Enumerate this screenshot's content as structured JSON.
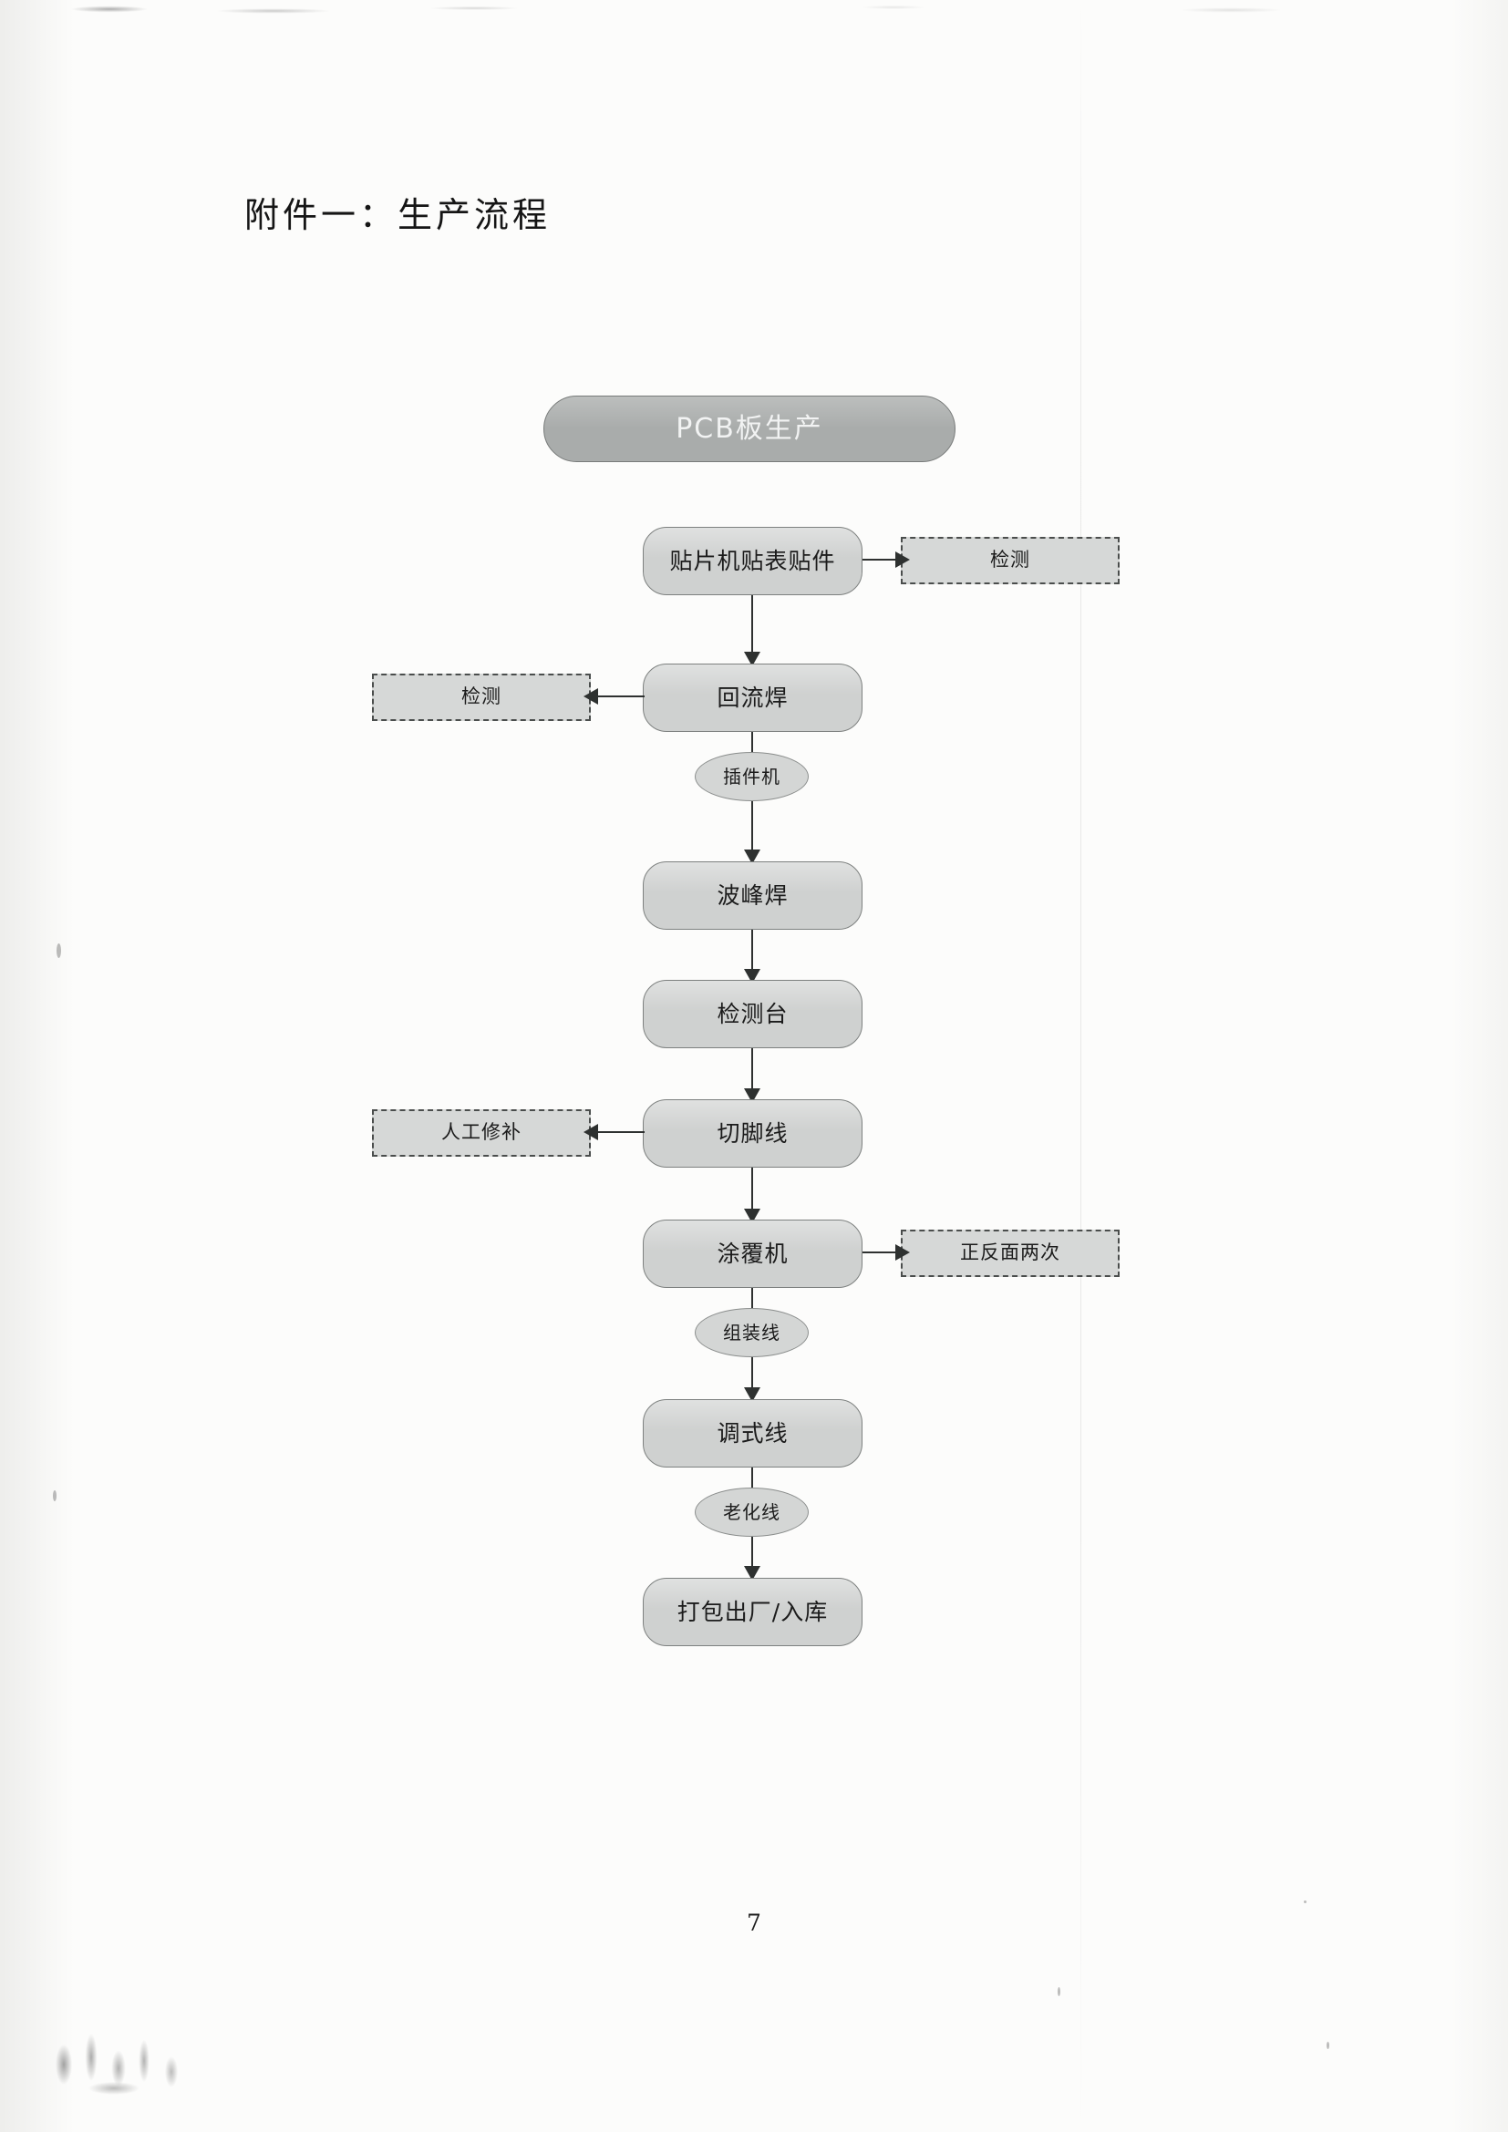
{
  "document": {
    "title": "附件一：生产流程",
    "page_number": "7"
  },
  "chart_data": {
    "type": "diagram",
    "diagram_kind": "flowchart",
    "title": "附件一：生产流程",
    "orientation": "top-to-bottom",
    "nodes": [
      {
        "id": "start",
        "label": "PCB板生产",
        "shape": "stadium",
        "fill": "#a9acab",
        "text_color": "#f2f3f3"
      },
      {
        "id": "smt",
        "label": "贴片机贴表贴件",
        "shape": "rounded-rect",
        "fill": "#cfd1d0"
      },
      {
        "id": "insp1",
        "label": "检测",
        "shape": "dashed-rect",
        "fill": "#d6d8d7"
      },
      {
        "id": "reflow",
        "label": "回流焊",
        "shape": "rounded-rect",
        "fill": "#cfd1d0"
      },
      {
        "id": "insp2",
        "label": "检测",
        "shape": "dashed-rect",
        "fill": "#d6d8d7"
      },
      {
        "id": "inserter",
        "label": "插件机",
        "shape": "ellipse",
        "fill": "#d4d6d5"
      },
      {
        "id": "wave",
        "label": "波峰焊",
        "shape": "rounded-rect",
        "fill": "#cfd1d0"
      },
      {
        "id": "insp_table",
        "label": "检测台",
        "shape": "rounded-rect",
        "fill": "#cfd1d0"
      },
      {
        "id": "cutline",
        "label": "切脚线",
        "shape": "rounded-rect",
        "fill": "#cfd1d0"
      },
      {
        "id": "manual",
        "label": "人工修补",
        "shape": "dashed-rect",
        "fill": "#d6d8d7"
      },
      {
        "id": "coater",
        "label": "涂覆机",
        "shape": "rounded-rect",
        "fill": "#cfd1d0"
      },
      {
        "id": "bothsides",
        "label": "正反面两次",
        "shape": "dashed-rect",
        "fill": "#d6d8d7"
      },
      {
        "id": "assembly",
        "label": "组装线",
        "shape": "ellipse",
        "fill": "#d4d6d5"
      },
      {
        "id": "tuning",
        "label": "调式线",
        "shape": "rounded-rect",
        "fill": "#cfd1d0"
      },
      {
        "id": "aging",
        "label": "老化线",
        "shape": "ellipse",
        "fill": "#d4d6d5"
      },
      {
        "id": "pack",
        "label": "打包出厂/入库",
        "shape": "rounded-rect",
        "fill": "#cfd1d0"
      }
    ],
    "edges": [
      {
        "from": "smt",
        "to": "insp1",
        "direction": "right"
      },
      {
        "from": "smt",
        "to": "reflow",
        "direction": "down"
      },
      {
        "from": "reflow",
        "to": "insp2",
        "direction": "left"
      },
      {
        "from": "reflow",
        "to": "inserter",
        "direction": "down"
      },
      {
        "from": "inserter",
        "to": "wave",
        "direction": "down"
      },
      {
        "from": "wave",
        "to": "insp_table",
        "direction": "down"
      },
      {
        "from": "insp_table",
        "to": "cutline",
        "direction": "down"
      },
      {
        "from": "cutline",
        "to": "manual",
        "direction": "left"
      },
      {
        "from": "cutline",
        "to": "coater",
        "direction": "down"
      },
      {
        "from": "coater",
        "to": "bothsides",
        "direction": "right"
      },
      {
        "from": "coater",
        "to": "assembly",
        "direction": "down"
      },
      {
        "from": "assembly",
        "to": "tuning",
        "direction": "down"
      },
      {
        "from": "tuning",
        "to": "aging",
        "direction": "down"
      },
      {
        "from": "aging",
        "to": "pack",
        "direction": "down"
      }
    ],
    "colors": {
      "node_fill": "#cfd1d0",
      "start_fill": "#a9acab",
      "dashed_fill": "#d6d8d7",
      "stroke": "#7d807f",
      "connector": "#2e3130",
      "paper": "#fcfcfb"
    }
  }
}
